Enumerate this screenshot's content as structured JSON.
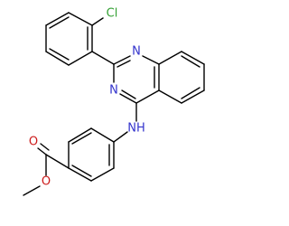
{
  "molecule": {
    "colors": {
      "bond": "#000000",
      "nitrogen": "#3333cc",
      "chlorine": "#33a033",
      "oxygen": "#cc1a1a",
      "background": "#ffffff"
    },
    "labels": {
      "chlorine": "Cl",
      "n_upper": "N",
      "n_lower": "N",
      "nh": "NH",
      "o_carbonyl": "O",
      "o_ester": "O"
    }
  }
}
